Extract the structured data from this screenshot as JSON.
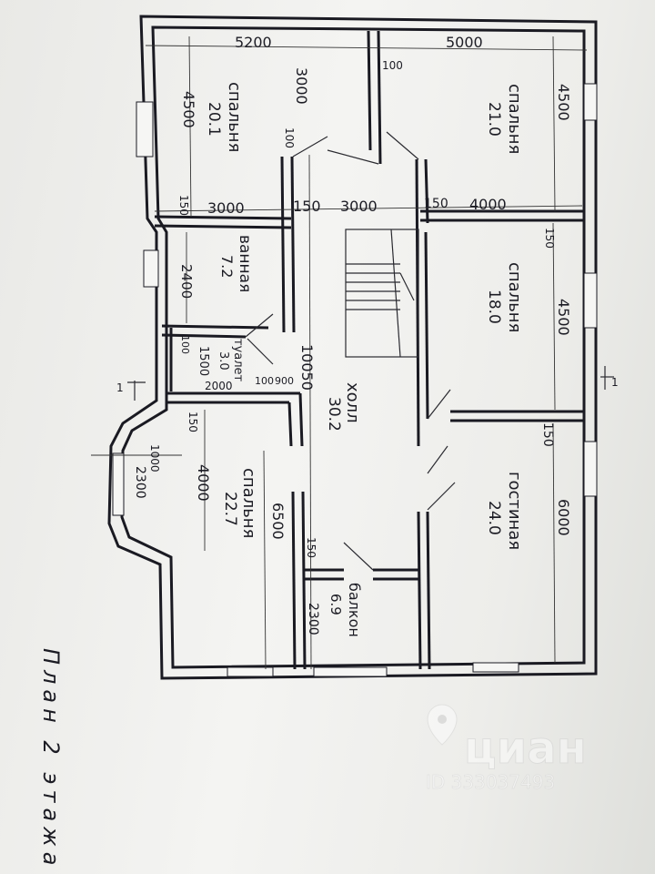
{
  "title": "План 2 этажа",
  "rooms": {
    "bedroom_nw": {
      "name": "спальня",
      "area": "20.1"
    },
    "bedroom_ne": {
      "name": "спальня",
      "area": "21.0"
    },
    "bathroom": {
      "name": "ванная",
      "area": "7.2"
    },
    "bedroom_e": {
      "name": "спальня",
      "area": "18.0"
    },
    "toilet": {
      "name": "туалет",
      "area": "3.0"
    },
    "hall": {
      "name": "холл",
      "area": "30.2"
    },
    "bedroom_sw": {
      "name": "спальня",
      "area": "22.7"
    },
    "living": {
      "name": "гостиная",
      "area": "24.0"
    },
    "balcony": {
      "name": "балкон",
      "area": "6.9"
    }
  },
  "dimensions": {
    "top_left": "5200",
    "top_right": "5000",
    "d_100_a": "100",
    "d_3000_v": "3000",
    "d_4500_nw": "4500",
    "d_4500_ne": "4500",
    "d_100_b": "100",
    "d_150_a": "150",
    "d_3000_a": "3000",
    "d_150_b": "150",
    "d_3000_b": "3000",
    "d_150_c": "150",
    "d_4000_a": "4000",
    "d_150_d": "150",
    "d_2400": "2400",
    "d_4500_e": "4500",
    "d_100_c": "100",
    "d_1500": "1500",
    "d_2000": "2000",
    "d_100_d": "100",
    "d_900": "900",
    "d_10050": "10050",
    "d_150_e": "150",
    "d_150_f": "150",
    "d_1000": "1000",
    "d_2300_a": "2300",
    "d_4000_b": "4000",
    "d_6500": "6500",
    "d_6000": "6000",
    "d_150_g": "150",
    "d_2300_b": "2300"
  },
  "section_marks": {
    "left": "1",
    "right": "1"
  },
  "watermark": {
    "brand": "циан",
    "id": "ID 333037493"
  }
}
